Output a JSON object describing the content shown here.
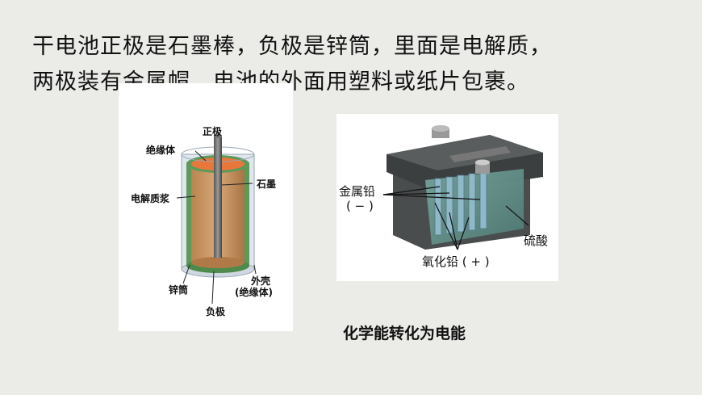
{
  "title": {
    "line1": "干电池正极是石墨棒，负极是锌筒，里面是电解质，",
    "line2": "两极装有金属帽，电池的外面用塑料或纸片包裹。"
  },
  "dry_cell": {
    "labels": {
      "positive": "正极",
      "insulator": "绝缘体",
      "graphite": "石墨",
      "electrolyte_paste": "电解质浆",
      "zinc_can": "锌筒",
      "negative": "负极",
      "shell": "外壳",
      "shell_insulator": "(绝缘体)"
    }
  },
  "lead_acid": {
    "labels": {
      "lead_metal": "金属铅",
      "lead_sign": "( − )",
      "sulfuric_acid": "硫酸",
      "lead_oxide": "氧化铅 ( + )"
    }
  },
  "caption": "化学能转化为电能"
}
